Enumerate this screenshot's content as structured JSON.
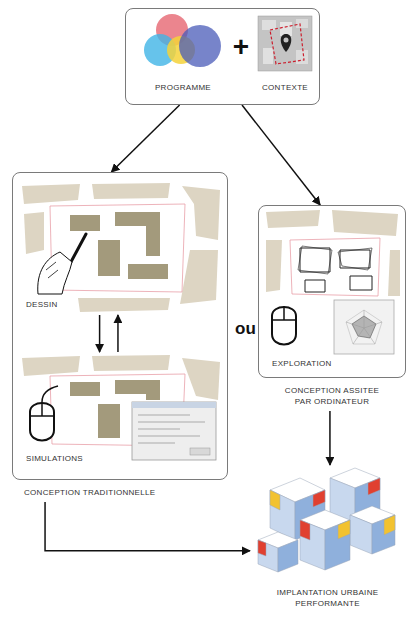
{
  "diagram": {
    "nodes": [
      {
        "text": [
          "PROGRAMME",
          "+",
          "CONTEXTE"
        ]
      },
      {
        "text": [
          "CONCEPTION TRADITIONNELLE"
        ]
      },
      {
        "text": [
          "DESSIN"
        ],
        "in": 1
      },
      {
        "text": [
          "SIMULATIONS"
        ],
        "in": 1
      },
      {
        "text": [
          "EXPLORATION",
          "CONCEPTION ASSITEE PAR ORDINATEUR"
        ]
      },
      {
        "text": [
          "IMPLANTATION URBAINE PERFORMANTE"
        ]
      }
    ],
    "edges": [
      {
        "from": 0,
        "to": 1,
        "arrow": "to"
      },
      {
        "from": 0,
        "to": 4,
        "arrow": "to"
      },
      {
        "from": 2,
        "to": 3,
        "arrow": "to"
      },
      {
        "from": 3,
        "to": 2,
        "arrow": "to"
      },
      {
        "from": 4,
        "to": 5,
        "arrow": "to"
      },
      {
        "from": 1,
        "to": 5,
        "arrow": "to"
      }
    ],
    "labels": [
      "ou"
    ]
  }
}
